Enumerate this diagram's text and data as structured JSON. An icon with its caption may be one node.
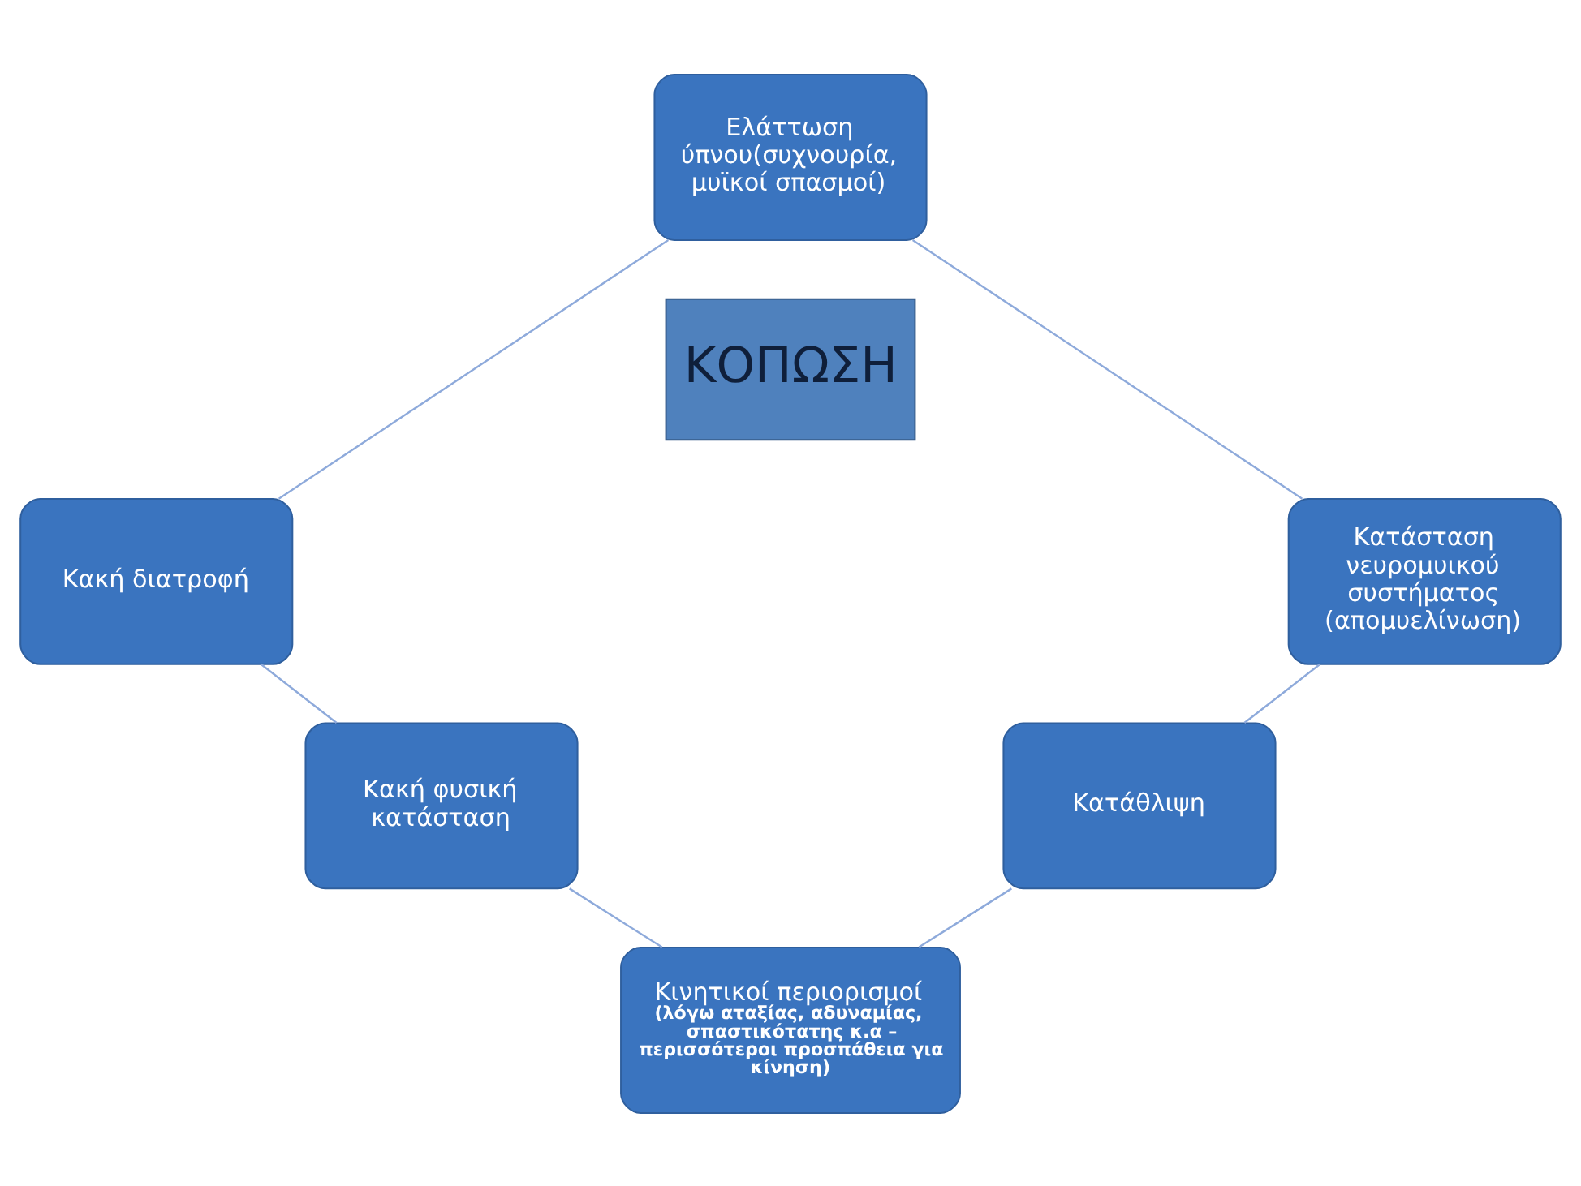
{
  "diagram": {
    "nodes": [
      {
        "text": [
          "ΚΟΠΩΣΗ"
        ]
      },
      {
        "text": [
          "Ελάττωση ύπνου(συχνουρία, μυϊκοί σπασμοί)"
        ]
      },
      {
        "text": [
          "Κακή διατροφή"
        ]
      },
      {
        "text": [
          "Κακή φυσική κατάσταση"
        ]
      },
      {
        "text": [
          "Κινητικοί περιορισμοί",
          "(λόγω αταξίας, αδυναμίας, σπαστικότατης κ.α – περισσότεροι προσπάθεια για κίνηση)"
        ]
      },
      {
        "text": [
          "Κατάθλιψη"
        ]
      },
      {
        "text": [
          "Κατάσταση νευρομυικού συστήματος (απομυελίνωση)"
        ]
      }
    ],
    "edges": [
      {
        "from": 1,
        "to": 2,
        "arrow": "none"
      },
      {
        "from": 2,
        "to": 3,
        "arrow": "none"
      },
      {
        "from": 3,
        "to": 4,
        "arrow": "none"
      },
      {
        "from": 4,
        "to": 5,
        "arrow": "none"
      },
      {
        "from": 5,
        "to": 6,
        "arrow": "none"
      },
      {
        "from": 6,
        "to": 1,
        "arrow": "none"
      }
    ]
  }
}
